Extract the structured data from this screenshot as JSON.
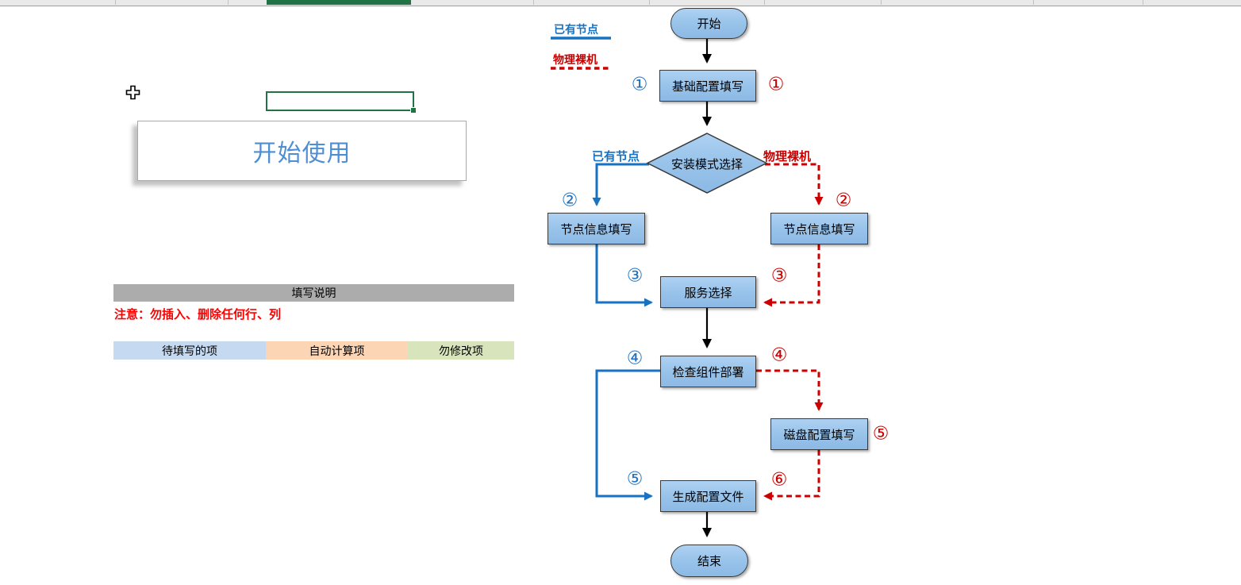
{
  "colors": {
    "excel_green": "#217346",
    "button_text_blue": "#4e8ed3",
    "header_gray": "#acacac",
    "warning_red": "#ff0000",
    "flow_blue": "#1772c4",
    "flow_red": "#cc0000",
    "node_fill_top": "#aed1f2",
    "node_fill_bottom": "#8cb9e5",
    "node_border": "#3a3a3a"
  },
  "excel": {
    "start_button_label": "开始使用",
    "instructions_header": "填写说明",
    "warning_text": "注意：勿插入、删除任何行、列",
    "legend_cells": [
      {
        "label": "待填写的项",
        "color": "#c5d9f1"
      },
      {
        "label": "自动计算项",
        "color": "#fcd5b4"
      },
      {
        "label": "勿修改项",
        "color": "#d8e4bc"
      }
    ]
  },
  "flowchart": {
    "legend": [
      {
        "label": "已有节点",
        "line_style": "solid",
        "color": "#1772c4"
      },
      {
        "label": "物理裸机",
        "line_style": "dashed",
        "color": "#cc0000"
      }
    ],
    "branch_labels": {
      "left": "已有节点",
      "right": "物理裸机"
    },
    "nodes": {
      "start": "开始",
      "basic_config": "基础配置填写",
      "mode_select": "安装模式选择",
      "node_info_left": "节点信息填写",
      "node_info_right": "节点信息填写",
      "service_select": "服务选择",
      "check_components": "检查组件部署",
      "disk_config": "磁盘配置填写",
      "generate_config": "生成配置文件",
      "end": "结束"
    },
    "steps": {
      "blue": [
        "①",
        "②",
        "③",
        "④",
        "⑤"
      ],
      "red": [
        "①",
        "②",
        "③",
        "④",
        "⑤",
        "⑥"
      ]
    }
  }
}
